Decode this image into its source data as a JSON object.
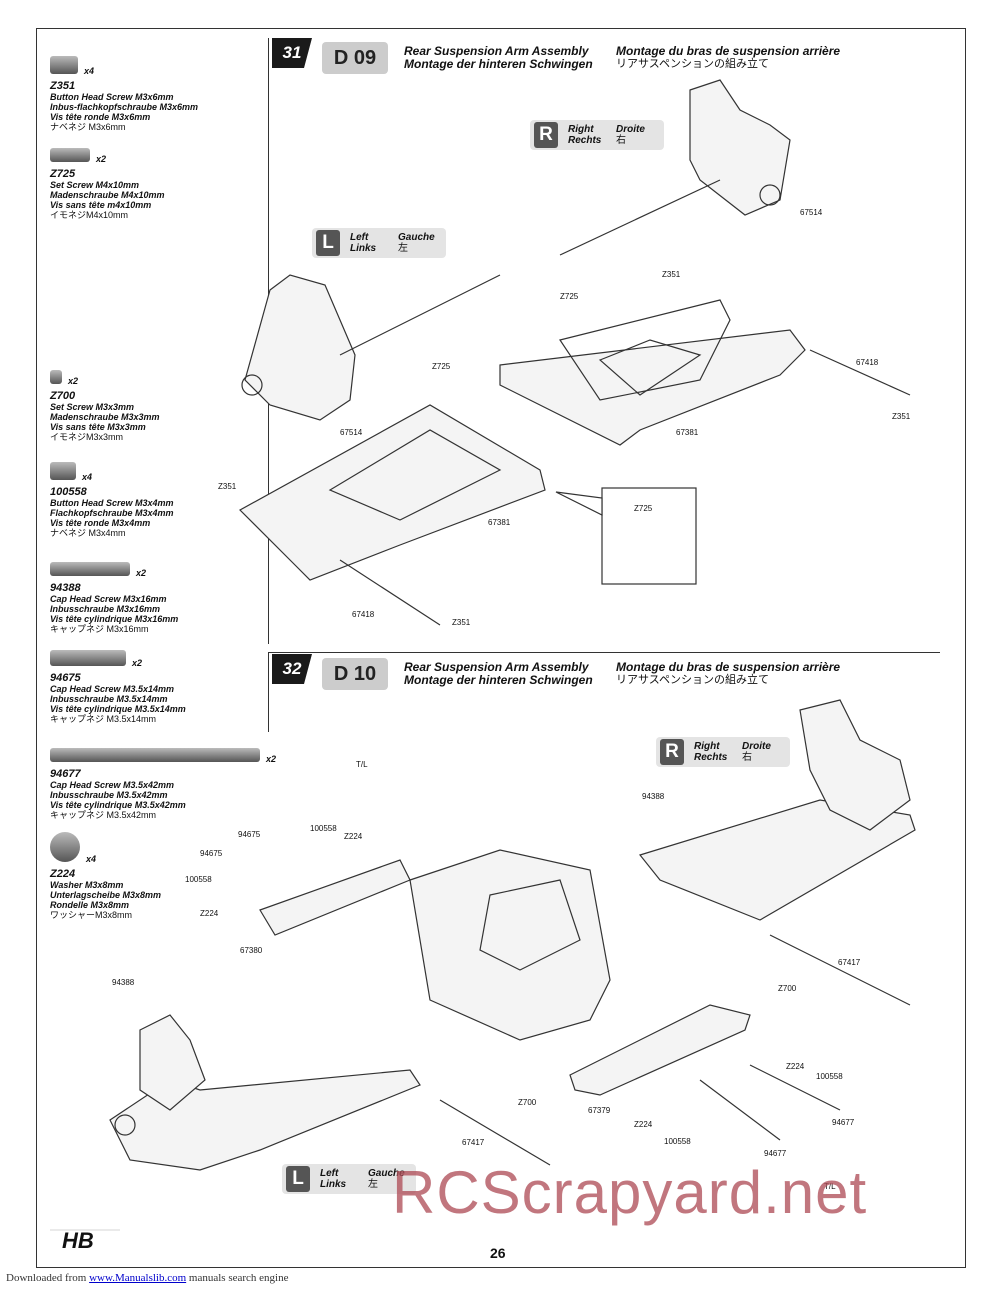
{
  "page_number": "26",
  "footer": {
    "prefix": "Downloaded from",
    "link": "www.Manualslib.com",
    "suffix": "manuals search engine"
  },
  "watermark": "RCScrapyard.net",
  "logo": "HB",
  "parts": [
    {
      "code": "Z351",
      "qty": "x4",
      "lines": [
        "Button Head Screw M3x6mm",
        "Inbus-flachkopfschraube M3x6mm",
        "Vis tête ronde M3x6mm"
      ],
      "jp": "ナベネジ M3x6mm"
    },
    {
      "code": "Z725",
      "qty": "x2",
      "lines": [
        "Set Screw M4x10mm",
        "Madenschraube M4x10mm",
        "Vis sans tête m4x10mm"
      ],
      "jp": "イモネジM4x10mm"
    },
    {
      "code": "Z700",
      "qty": "x2",
      "lines": [
        "Set Screw M3x3mm",
        "Madenschraube M3x3mm",
        "Vis sans tête M3x3mm"
      ],
      "jp": "イモネジM3x3mm"
    },
    {
      "code": "100558",
      "qty": "x4",
      "lines": [
        "Button Head Screw M3x4mm",
        "Flachkopfschraube M3x4mm",
        "Vis tête ronde M3x4mm"
      ],
      "jp": "ナベネジ M3x4mm"
    },
    {
      "code": "94388",
      "qty": "x2",
      "lines": [
        "Cap Head Screw M3x16mm",
        "Inbusschraube M3x16mm",
        "Vis tête  cylindrique M3x16mm"
      ],
      "jp": "キャップネジ M3x16mm"
    },
    {
      "code": "94675",
      "qty": "x2",
      "lines": [
        "Cap Head Screw M3.5x14mm",
        "Inbusschraube M3.5x14mm",
        "Vis tête cylindrique M3.5x14mm"
      ],
      "jp": "キャップネジ M3.5x14mm"
    },
    {
      "code": "94677",
      "qty": "x2",
      "lines": [
        "Cap Head Screw M3.5x42mm",
        "Inbusschraube M3.5x42mm",
        "Vis tête cylindrique M3.5x42mm"
      ],
      "jp": "キャップネジ M3.5x42mm"
    },
    {
      "code": "Z224",
      "qty": "x4",
      "lines": [
        "Washer M3x8mm",
        "Unterlagscheibe M3x8mm",
        "Rondelle M3x8mm"
      ],
      "jp": "ワッシャーM3x8mm"
    }
  ],
  "steps": [
    {
      "number": "31",
      "code": "D 09",
      "title_en": "Rear Suspension Arm Assembly",
      "title_de": "Montage der hinteren Schwingen",
      "title_fr": "Montage du bras de suspension arrière",
      "title_jp": "リアサスペンションの組み立て",
      "right": {
        "badge": "R",
        "en": "Right",
        "de": "Rechts",
        "fr": "Droite",
        "jp": "右"
      },
      "left": {
        "badge": "L",
        "en": "Left",
        "de": "Links",
        "fr": "Gauche",
        "jp": "左"
      },
      "labels": [
        "67514",
        "Z351",
        "Z725",
        "67418",
        "Z351",
        "67381",
        "Z725",
        "67514",
        "Z351",
        "67381",
        "67418",
        "Z351",
        "Z725"
      ]
    },
    {
      "number": "32",
      "code": "D 10",
      "title_en": "Rear Suspension Arm Assembly",
      "title_de": "Montage der hinteren Schwingen",
      "title_fr": "Montage du bras de suspension arrière",
      "title_jp": "リアサスペンションの組み立て",
      "right": {
        "badge": "R",
        "en": "Right",
        "de": "Rechts",
        "fr": "Droite",
        "jp": "右"
      },
      "left": {
        "badge": "L",
        "en": "Left",
        "de": "Links",
        "fr": "Gauche",
        "jp": "左"
      },
      "labels": [
        "94388",
        "100558",
        "Z224",
        "94675",
        "94675",
        "100558",
        "Z224",
        "67380",
        "94388",
        "67417",
        "Z700",
        "Z224",
        "100558",
        "Z700",
        "67379",
        "Z224",
        "100558",
        "94677",
        "94677",
        "67417",
        "T/L",
        "T/L"
      ]
    }
  ]
}
